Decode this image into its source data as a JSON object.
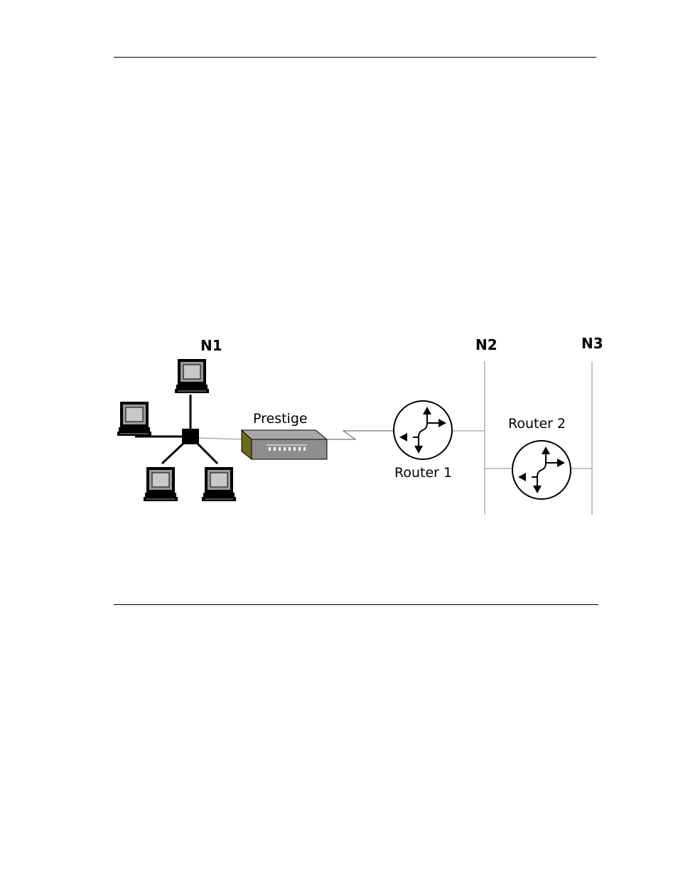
{
  "diagram": {
    "networks": [
      "N1",
      "N2",
      "N3"
    ],
    "device_label": "Prestige",
    "routers": [
      "Router 1",
      "Router 2"
    ]
  }
}
